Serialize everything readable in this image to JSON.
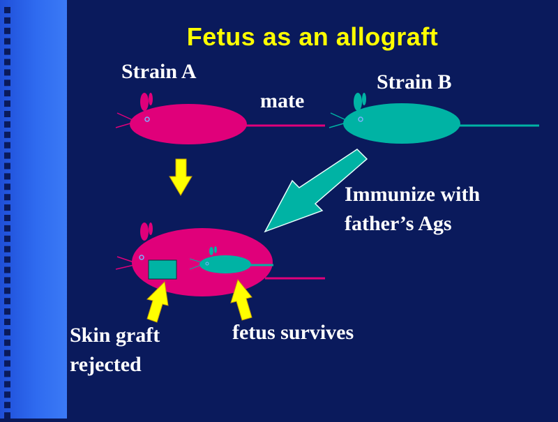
{
  "slide": {
    "title": "Fetus as an allograft",
    "strain_a": "Strain A",
    "strain_b": "Strain B",
    "mate": "mate",
    "immunize_line1": "Immunize with",
    "immunize_line2": "father’s Ags",
    "skin_line1": "Skin graft",
    "skin_line2": "rejected",
    "fetus": "fetus survives"
  },
  "colors": {
    "background": "#0a1a5c",
    "sidebar": "#2f6bf0",
    "title": "#ffff00",
    "strain_a_mouse": "#e0007a",
    "strain_b_mouse": "#00b3a4",
    "arrow_yellow": "#ffff00",
    "arrow_teal": "#00b3a4",
    "text": "#ffffff"
  },
  "icons": {
    "strain_a_mouse": "mouse-icon",
    "strain_b_mouse": "mouse-icon",
    "pregnant_mouse": "mouse-icon",
    "fetus": "fetus-mouse-icon",
    "skin_graft": "skin-graft-patch-icon",
    "down_arrow": "arrow-down-icon",
    "diagonal_arrow": "arrow-diagonal-icon",
    "pointer_arrows": "arrow-up-icon"
  }
}
